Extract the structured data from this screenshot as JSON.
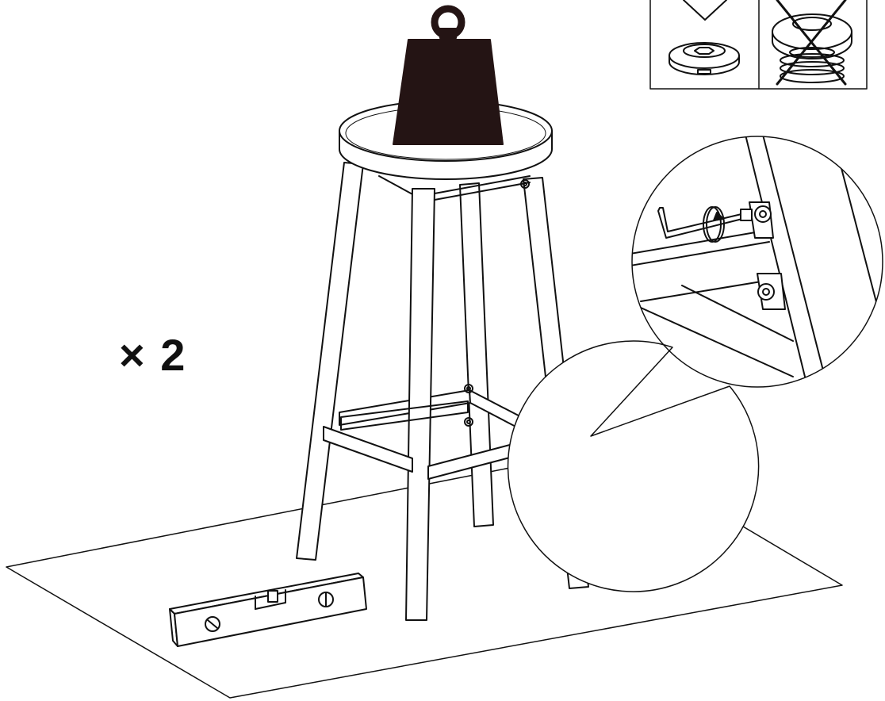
{
  "diagram": {
    "quantity_label": "× 2",
    "colors": {
      "line": "#111111",
      "weight_fill": "#241414",
      "background": "#ffffff"
    },
    "icons": [
      "weight-icon",
      "stool-illustration",
      "spirit-level-icon",
      "allen-key-icon",
      "rotate-arrow-icon",
      "bolt-icon",
      "correct-check-icon",
      "wrong-cross-icon",
      "magnifier-callout"
    ]
  }
}
